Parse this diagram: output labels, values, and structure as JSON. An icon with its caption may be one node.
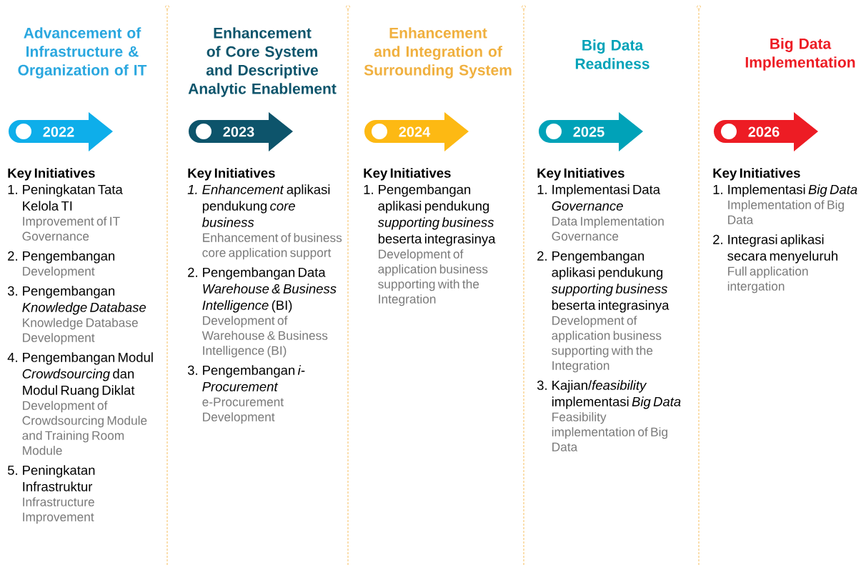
{
  "diagram": {
    "nodes": [
      {
        "text": [
          "2022"
        ],
        "beside": [
          "Advancement of Infrastructure & Organization of IT",
          "Key Initiatives",
          "1. Peningkatan Tata Kelola TI",
          "Improvement of IT Governance",
          "2. Pengembangan",
          "Development",
          "3. Pengembangan *Knowledge Database*",
          "Knowledge Database Development",
          "4. Pengembangan Modul *Crowdsourcing* dan Modul Ruang Diklat",
          "Development of Crowdsourcing Module and Training Room Module",
          "5. Peningkatan Infrastruktur",
          "Infrastructure Improvement"
        ]
      },
      {
        "text": [
          "2023"
        ],
        "beside": [
          "Enhancement of Core System and Descriptive Analytic Enablement",
          "Key Initiatives",
          "*1. Enhancement* aplikasi pendukung *core business*",
          "Enhancement of business core application support",
          "2. Pengembangan Data *Warehouse & Business Intelligence* (BI)",
          "Development of Warehouse & Business Intelligence (BI)",
          "3. Pengembangan *i-Procurement*",
          "e-Procurement Development"
        ]
      },
      {
        "text": [
          "2024"
        ],
        "beside": [
          "Enhancement and Integration of Surrounding System",
          "Key Initiatives",
          "1. Pengembangan aplikasi pendukung *supporting business* beserta integrasinya",
          "Development of application business supporting with the Integration"
        ]
      },
      {
        "text": [
          "2025"
        ],
        "beside": [
          "Big Data Readiness",
          "Key Initiatives",
          "1. Implementasi Data *Governance*",
          "Data Implementation Governance",
          "2. Pengembangan aplikasi pendukung *supporting business* beserta integrasinya",
          "Development of application business supporting with the Integration",
          "3. Kajian/*feasibility* implementasi *Big Data*",
          "Feasibility implementation of Big Data"
        ]
      },
      {
        "text": [
          "2026"
        ],
        "beside": [
          "Big Data Implementation",
          "Key Initiatives",
          "1. Implementasi *Big Data*",
          "Implementation of Big Data",
          "2. Integrasi aplikasi secara menyeluruh",
          "Full application intergation"
        ]
      }
    ]
  }
}
